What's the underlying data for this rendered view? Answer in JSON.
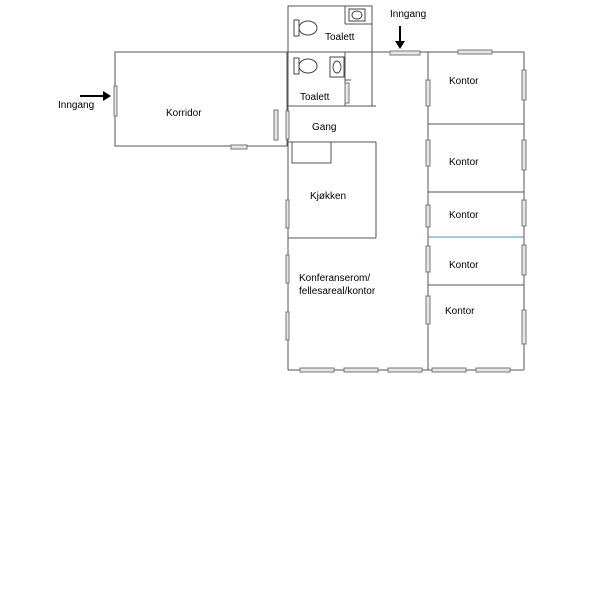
{
  "plan": {
    "rooms": {
      "toalett_top": "Toalett",
      "toalett_bottom": "Toalett",
      "korridor": "Korridor",
      "gang": "Gang",
      "kjokken": "Kjøkken",
      "konferanse_line1": "Konferanserom/",
      "konferanse_line2": "fellesareal/kontor",
      "kontor_1": "Kontor",
      "kontor_2": "Kontor",
      "kontor_3": "Kontor",
      "kontor_4": "Kontor",
      "kontor_5": "Kontor"
    },
    "entrances": {
      "left_label": "Inngang",
      "top_label": "Inngang"
    },
    "colors": {
      "wall": "#555555",
      "window": "#e6e6e6",
      "highlight_wall": "#4a90b8"
    }
  }
}
